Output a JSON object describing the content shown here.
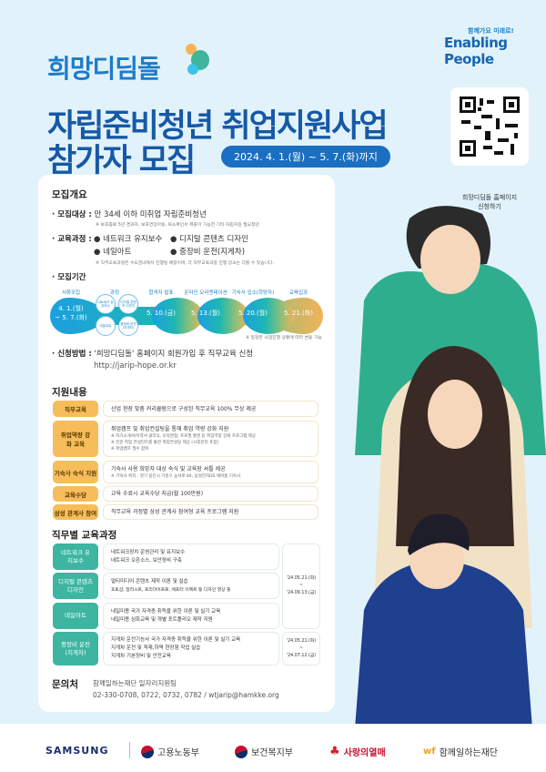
{
  "header": {
    "slogan_small": "함께가요 미래로!",
    "slogan_big": "Enabling People",
    "brand": "희망디딤돌",
    "title_line1": "자립준비청년 취업지원사업",
    "title_line2": "참가자 모집",
    "period": "2024. 4. 1.(월) ~ 5. 7.(화)까지",
    "qr_caption_1": "희망디딤돌 홈페이지",
    "qr_caption_2": "신청하기"
  },
  "overview": {
    "heading": "모집개요",
    "target_label": "· 모집대상 :",
    "target": "만 34세 이하 미취업 자립준비청년",
    "target_note": "※ 보호종료 5년 경과자, 보호연장아동, 퇴소확인서 제출이 가능한 기타 자립지원 필요청년",
    "courses_label": "· 교육과정 :",
    "courses": [
      "● 네트워크 유지보수",
      "● 디지털 콘텐츠 디자인",
      "● 네일아트",
      "● 중장비 운전(지게차)"
    ],
    "courses_note": "※ 직무교육과정은 수도권내에서 진행될 예정이며, 각 직무교육과정 진행 장소는 다를 수 있습니다.",
    "period_label": "· 모집기간",
    "timeline": [
      {
        "label": "서류모집",
        "date1": "4. 1.(월)",
        "date2": "~ 5. 7.(화)"
      },
      {
        "label": "과정"
      },
      {
        "label": "합격자 발표",
        "date1": "5. 10.(금)"
      },
      {
        "label": "온라인 오리엔테이션",
        "date1": "5. 13.(월)"
      },
      {
        "label": "기숙사 입소(희망자)",
        "date1": "5. 20.(월)"
      },
      {
        "label": "교육입과",
        "date1": "5. 21.(화)"
      }
    ],
    "mini_courses": [
      "네트워크 유지보수",
      "디지털 콘텐츠 디자인",
      "네일아트",
      "중장비 운전 (지게차)"
    ],
    "timeline_note": "※ 일정은 사업진행 상황에 따라 변동 가능",
    "apply_label": "· 신청방법 :",
    "apply": "'희망디딤돌' 홈페이지 회원가입 후 직무교육 신청",
    "apply_url": "http://jarip-hope.or.kr"
  },
  "support": {
    "heading": "지원내용",
    "items": [
      {
        "tag": "직무교육",
        "text": "산업 현장 맞춤 커리큘럼으로 구성된 직무교육 100% 무상 제공",
        "notes": []
      },
      {
        "tag": "취업역량 강화 교육",
        "text": "취업캠프 및 취업컨설팅을 통해 취업 역량 강화 지원",
        "notes": [
          "※ 자기소개서/이력서 클리닉, 모의면접, 프로필 촬영 등 취업역량 강화 프로그램 제공",
          "※ 전문 취업 컨설턴트를 통한 취업컨설팅 제공 (사후관리 포함)",
          "※ 취업캠프 필수 참여"
        ]
      },
      {
        "tag": "기숙사 숙식 지원",
        "text": "기숙사 사용 희망자 대상 숙식 및 교육장 셔틀 제공",
        "notes": [
          "※ 기숙사 위치 : 경기 용인시 기흥구 농서로 84, 삼성전자DS 에버홈 기숙사"
        ]
      },
      {
        "tag": "교육수당",
        "text": "교육 수료시 교육수당 지급(월 100만원)",
        "notes": []
      },
      {
        "tag": "삼성 관계사 참여",
        "text": "직무교육 과정별 삼성 관계사 참여형 교육 프로그램 지원",
        "notes": []
      }
    ]
  },
  "curriculum": {
    "heading": "직무별 교육과정",
    "items": [
      {
        "tag": "네트워크 유지보수",
        "lines": [
          "네트워크장치 운영관리 및 유지보수",
          "네트워크 오픈소스, 보안장비 구축"
        ]
      },
      {
        "tag": "디지털 콘텐츠 디자인",
        "lines": [
          "멀티미디어 콘텐츠 제작 이론 및 실습",
          "포토샵, 일러스트, 프리미어프로, 에프터 이펙트 등 디자인 영상 툴"
        ]
      },
      {
        "tag": "네일아트",
        "lines": [
          "네일미용 국가 자격증 취득을 위한 이론 및 실기 교육",
          "네일미용 심화교육 및 개별 포트폴리오 제작 지원"
        ]
      },
      {
        "tag": "중장비 운전 (지게차)",
        "lines": [
          "지게차 운전기능사 국가 자격증 취득을 위한 이론 및 실기 교육",
          "지게차 운전 및 적재,하역 현장형 작업 실습",
          "지게차 기본정비 및 안전교육"
        ]
      }
    ],
    "dates": [
      {
        "start": "'24.05.21.(화)",
        "sep": "~",
        "end": "'24.09.13.(금)"
      },
      {
        "start": "'24.05.21.(화)",
        "sep": "~",
        "end": "'24.07.12.(금)"
      }
    ]
  },
  "contact": {
    "heading": "문의처",
    "org": "함께일하는재단 일자리지원팀",
    "info": "02-330-0708, 0722, 0732, 0782 / wtjarip@hamkke.org"
  },
  "footer": {
    "logos": [
      "SAMSUNG",
      "고용노동부",
      "보건복지부",
      "사랑의열매",
      "함께일하는재단"
    ]
  },
  "colors": {
    "background": "#e2f2fb",
    "title": "#1659a6",
    "support_tag": "#f7bd5a",
    "curriculum_tag": "#3db5a1",
    "timeline_start": "#1c9fe0",
    "timeline_end": "#f2b25a"
  }
}
